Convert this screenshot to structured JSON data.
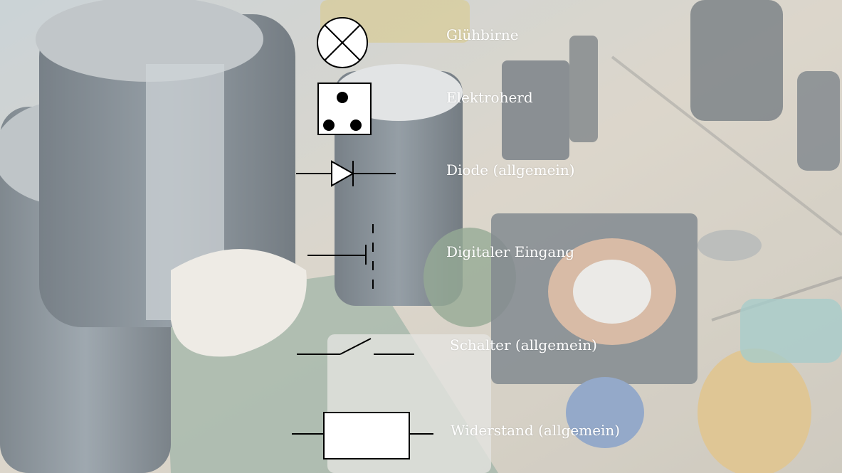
{
  "symbols": [
    {
      "id": "gluehbirne",
      "label": "Glühbirne"
    },
    {
      "id": "elektroherd",
      "label": "Elektroherd"
    },
    {
      "id": "diode",
      "label": "Diode (allgemein)"
    },
    {
      "id": "digitaler-eingang",
      "label": "Digitaler Eingang"
    },
    {
      "id": "schalter",
      "label": "Schalter (allgemein)"
    },
    {
      "id": "widerstand",
      "label": "Widerstand (allgemein)"
    }
  ],
  "colors": {
    "symbol_fill": "#ffffff",
    "symbol_stroke": "#000000",
    "label_text": "#ffffff"
  }
}
